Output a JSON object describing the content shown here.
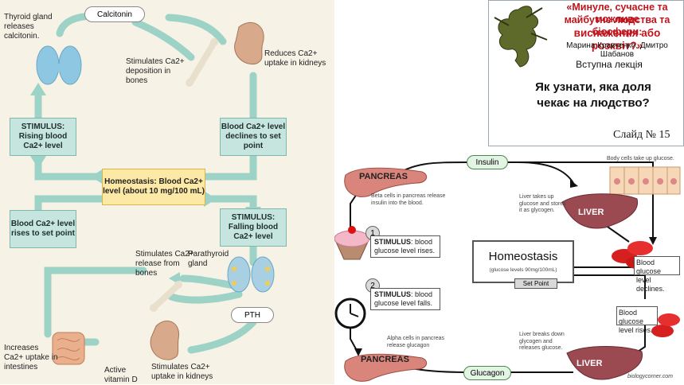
{
  "left": {
    "calcitonin": "Calcitonin",
    "thyroid_label": "Thyroid gland releases calcitonin.",
    "stim_bones_top": "Stimulates Ca2+ deposition in bones",
    "reduces_kidneys": "Reduces Ca2+ uptake in kidneys",
    "stimulus_rising": "STIMULUS: Rising blood Ca2+ level",
    "declines": "Blood Ca2+ level declines to set point",
    "homeostasis": "Homeostasis: Blood Ca2+ level (about 10 mg/100 mL)",
    "rises": "Blood Ca2+ level rises to set point",
    "stimulus_falling": "STIMULUS: Falling blood Ca2+ level",
    "stim_release_bones": "Stimulates Ca2+ release from bones",
    "parathyroid": "Parathyroid gland",
    "pth": "PTH",
    "intestines": "Increases Ca2+ uptake in intestines",
    "active_vitd": "Active vitamin D",
    "stim_kidneys": "Stimulates Ca2+ uptake in kidneys"
  },
  "title": {
    "line1": "«Минуле, сучасне та можливе",
    "line2": "майбутнє людства та біосфери:",
    "line3": "виснаження або розквіт?»",
    "authors": "Марина Кравченко, Дмитро Шабанов",
    "lecture": "Вступна лекція",
    "q1": "Як узнати, яка доля",
    "q2": "чекає на людство?",
    "slide": "Слайд № 15"
  },
  "right": {
    "pancreas_top": "PANCREAS",
    "insulin": "Insulin",
    "body_cells": "Body cells take up glucose.",
    "beta_cells": "Beta cells in pancreas release insulin into the blood.",
    "liver_takes": "Liver takes up glucose and stores it as glycogen.",
    "liver_top": "LIVER",
    "stim1_num": "1",
    "stim1_bold": "STIMULUS",
    "stim1_text": ": blood glucose level rises.",
    "homeostasis": "Homeostasis",
    "home_sub": "(glucose levels 90mg/100mL)",
    "set_point": "Set Point",
    "declines": "Blood glucose level declines.",
    "stim2_num": "2",
    "stim2_bold": "STIMULUS",
    "stim2_text": ": blood glucose level falls.",
    "rises": "Blood glucose level rises.",
    "alpha_cells": "Alpha cells in pancreas release glucagon",
    "liver_breaks": "Liver breaks down glycogen and releases glucose.",
    "pancreas_bottom": "PANCREAS",
    "glucagon": "Glucagon",
    "liver_bottom": "LIVER",
    "credit": "biologycorner.com"
  }
}
